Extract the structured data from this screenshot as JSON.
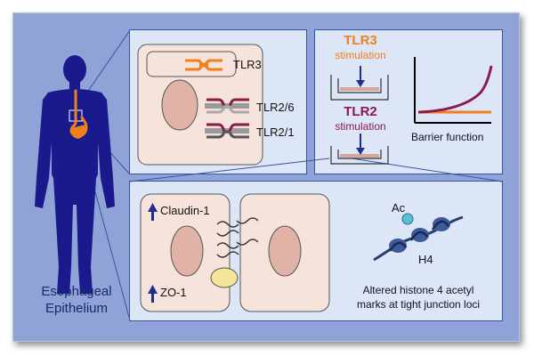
{
  "body_label": {
    "line1": "Esophageal",
    "line2": "Epithelium"
  },
  "top_left_panel": {
    "receptors": [
      {
        "label": "TLR3"
      },
      {
        "label": "TLR2/6"
      },
      {
        "label": "TLR2/1"
      }
    ]
  },
  "top_right_panel": {
    "tlr3_title": "TLR3",
    "tlr3_sub": "stimulation",
    "tlr2_title": "TLR2",
    "tlr2_sub": "stimulation",
    "graph_caption": "Barrier function"
  },
  "bottom_panel": {
    "claudin_label": "Claudin-1",
    "zo1_label": "ZO-1",
    "ac_label": "Ac",
    "h4_label": "H4",
    "caption_line1": "Altered histone 4 acetyl",
    "caption_line2": "marks at tight junction loci"
  },
  "colors": {
    "background_panel": "#8fa3d6",
    "tlr3_orange": "#f07f1d",
    "tlr2_maroon": "#8b1a4a",
    "body_blue": "#1a1a8c",
    "arrow_blue": "#1d2f8a",
    "cell_fill": "#f6e3dc",
    "nucleus_fill": "#e1b3a6"
  }
}
